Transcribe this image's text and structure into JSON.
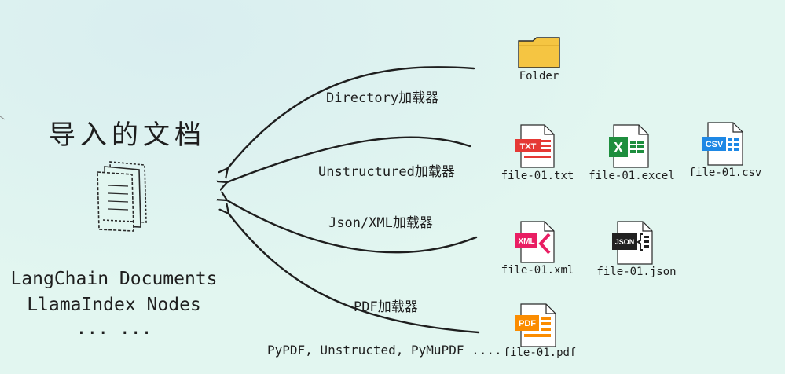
{
  "title": "导入的文档",
  "documents_lines": [
    "LangChain Documents",
    "LlamaIndex Nodes",
    "... ..."
  ],
  "loaders": [
    {
      "label": "Directory加载器"
    },
    {
      "label": "Unstructured加载器"
    },
    {
      "label": "Json/XML加载器"
    },
    {
      "label": "PDF加载器"
    }
  ],
  "pdf_libraries": "PyPDF, Unstructed, PyMuPDF ....",
  "files": {
    "folder": {
      "caption": "Folder",
      "icon": "folder-icon"
    },
    "txt": {
      "caption": "file-01.txt",
      "badge": "TXT",
      "icon": "txt-file-icon",
      "color": "#e53935"
    },
    "excel": {
      "caption": "file-01.excel",
      "badge": "X",
      "icon": "excel-file-icon",
      "color": "#1e8e3e"
    },
    "csv": {
      "caption": "file-01.csv",
      "badge": "CSV",
      "icon": "csv-file-icon",
      "color": "#1e88e5"
    },
    "xml": {
      "caption": "file-01.xml",
      "badge": "XML",
      "icon": "xml-file-icon",
      "color": "#e91e63"
    },
    "json": {
      "caption": "file-01.json",
      "badge": "JSON",
      "icon": "json-file-icon",
      "color": "#212121"
    },
    "pdf": {
      "caption": "file-01.pdf",
      "badge": "PDF",
      "icon": "pdf-file-icon",
      "color": "#fb8c00"
    }
  },
  "colors": {
    "background": "#e2f6f0",
    "stroke": "#1e1e1e",
    "folder": "#f5c542"
  }
}
